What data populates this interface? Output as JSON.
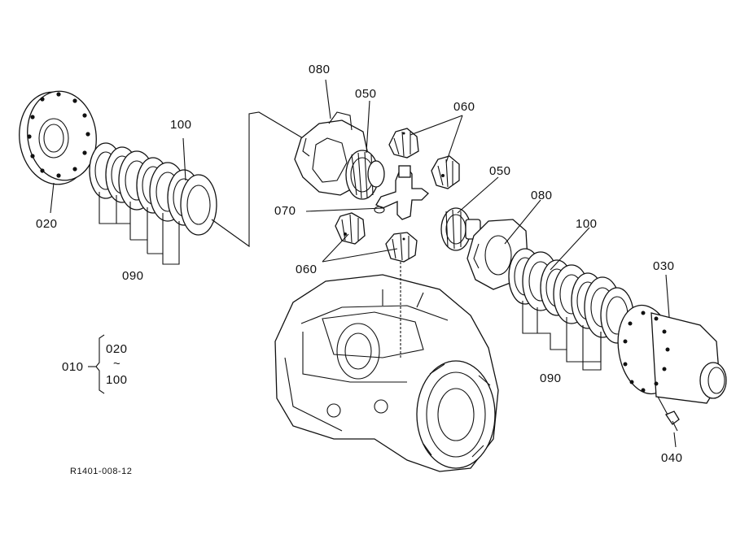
{
  "labels": {
    "l020a": "020",
    "l100a": "100",
    "l090a": "090",
    "l080a": "080",
    "l050a": "050",
    "l060a": "060",
    "l070": "070",
    "l060b": "060",
    "l050b": "050",
    "l080b": "080",
    "l100b": "100",
    "l030": "030",
    "l090b": "090",
    "l040": "040",
    "l010": "010",
    "range_from": "020",
    "range_sep": "~",
    "range_to": "100"
  },
  "reference": "R1401-008-12"
}
